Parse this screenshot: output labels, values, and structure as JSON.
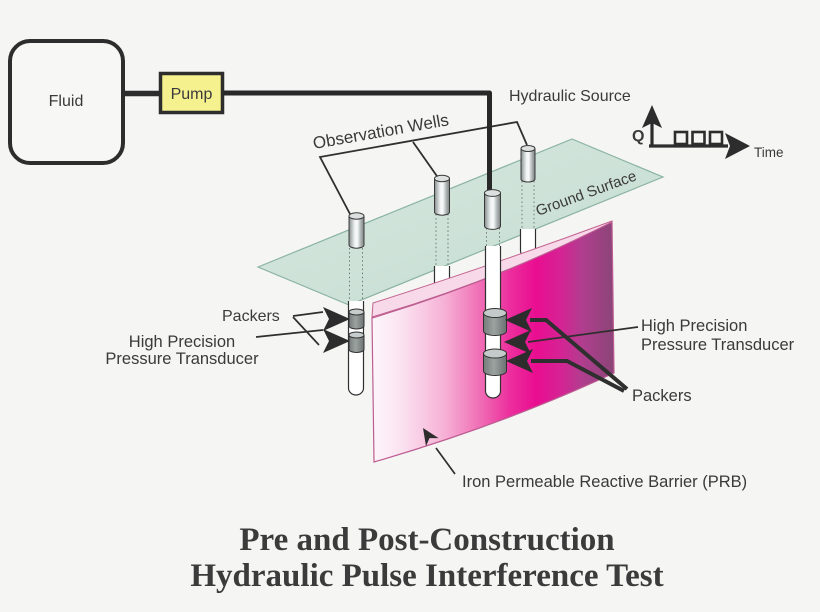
{
  "diagram": {
    "fluid_label": "Fluid",
    "pump_label": "Pump",
    "hydraulic_source_label": "Hydraulic Source",
    "observation_wells_label": "Observation Wells",
    "ground_surface_label": "Ground Surface",
    "left_packers_label": "Packers",
    "left_transducer_line1": "High Precision",
    "left_transducer_line2": "Pressure Transducer",
    "right_transducer_line1": "High Precision",
    "right_transducer_line2": "Pressure Transducer",
    "right_packers_label": "Packers",
    "prb_label": "Iron Permeable Reactive Barrier (PRB)",
    "pulse_axis": {
      "y_label": "Q",
      "x_label": "Time",
      "pulse_count": 3
    }
  },
  "title": {
    "line1": "Pre and Post-Construction",
    "line2": "Hydraulic Pulse Interference Test"
  },
  "colors": {
    "background": "#f5f5f4",
    "pump_fill": "#f5f18f",
    "surface_fill": "#cfe2d8",
    "surface_edge": "#8ab3a3",
    "prb_light": "#fdf6fa",
    "prb_mid": "#e90d90",
    "prb_dark": "#8a4577",
    "line": "#2d2d2d"
  }
}
